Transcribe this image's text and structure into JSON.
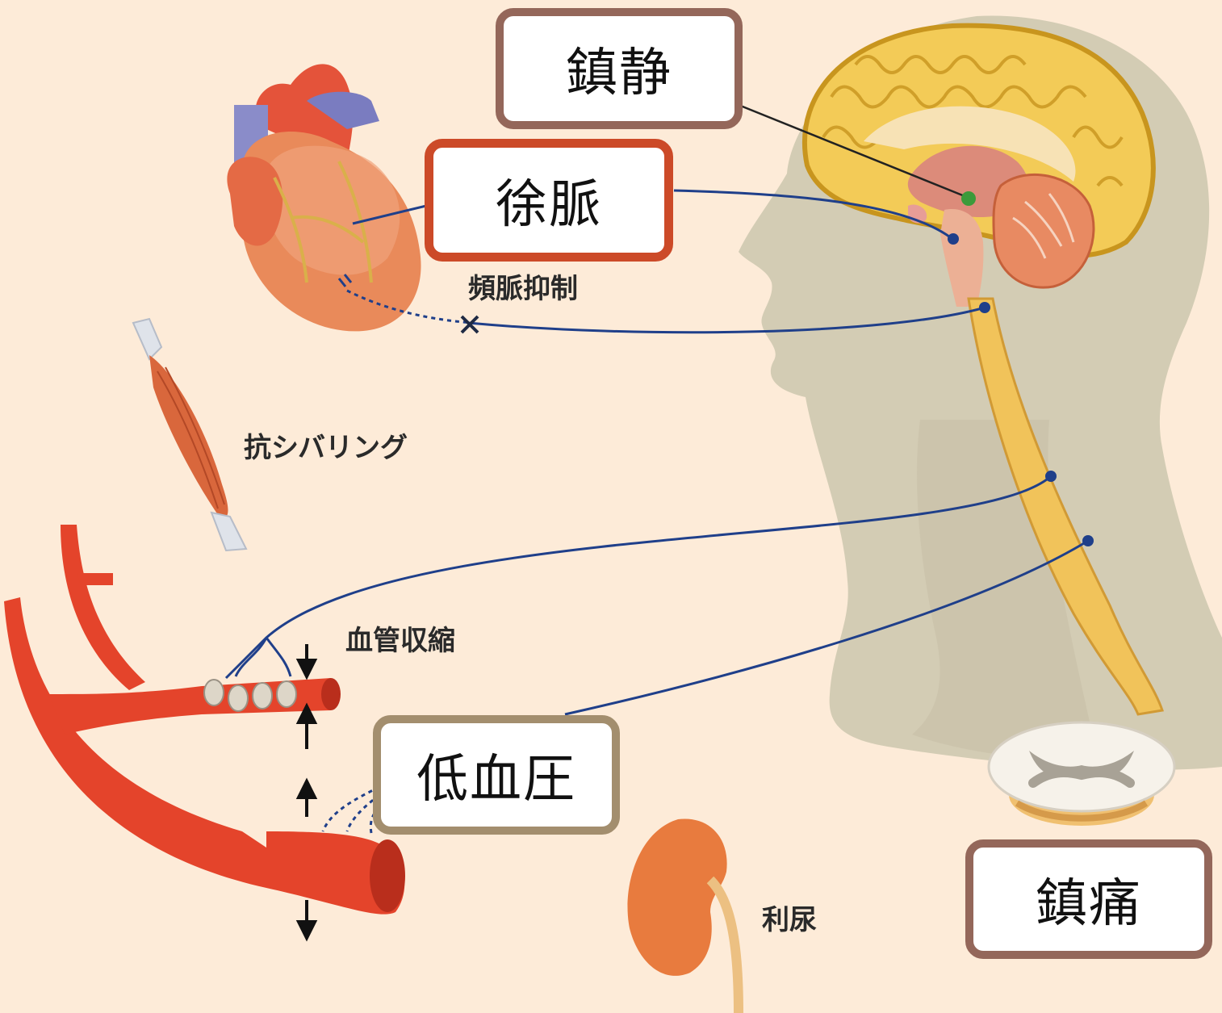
{
  "boxes": {
    "sedation": "鎮静",
    "bradycardia": "徐脈",
    "hypotension": "低血圧",
    "analgesia": "鎮痛"
  },
  "labels": {
    "tachycardia_suppression": "頻脈抑制",
    "anti_shivering": "抗シバリング",
    "vasoconstriction": "血管収縮",
    "diuresis": "利尿"
  },
  "colors": {
    "background": "#fdebd8",
    "sedation_border": "#94675a",
    "bradycardia_border": "#cc4a28",
    "hypotension_border": "#a38e6e",
    "analgesia_border": "#94675a",
    "nerve_line": "#1f3f8a"
  }
}
